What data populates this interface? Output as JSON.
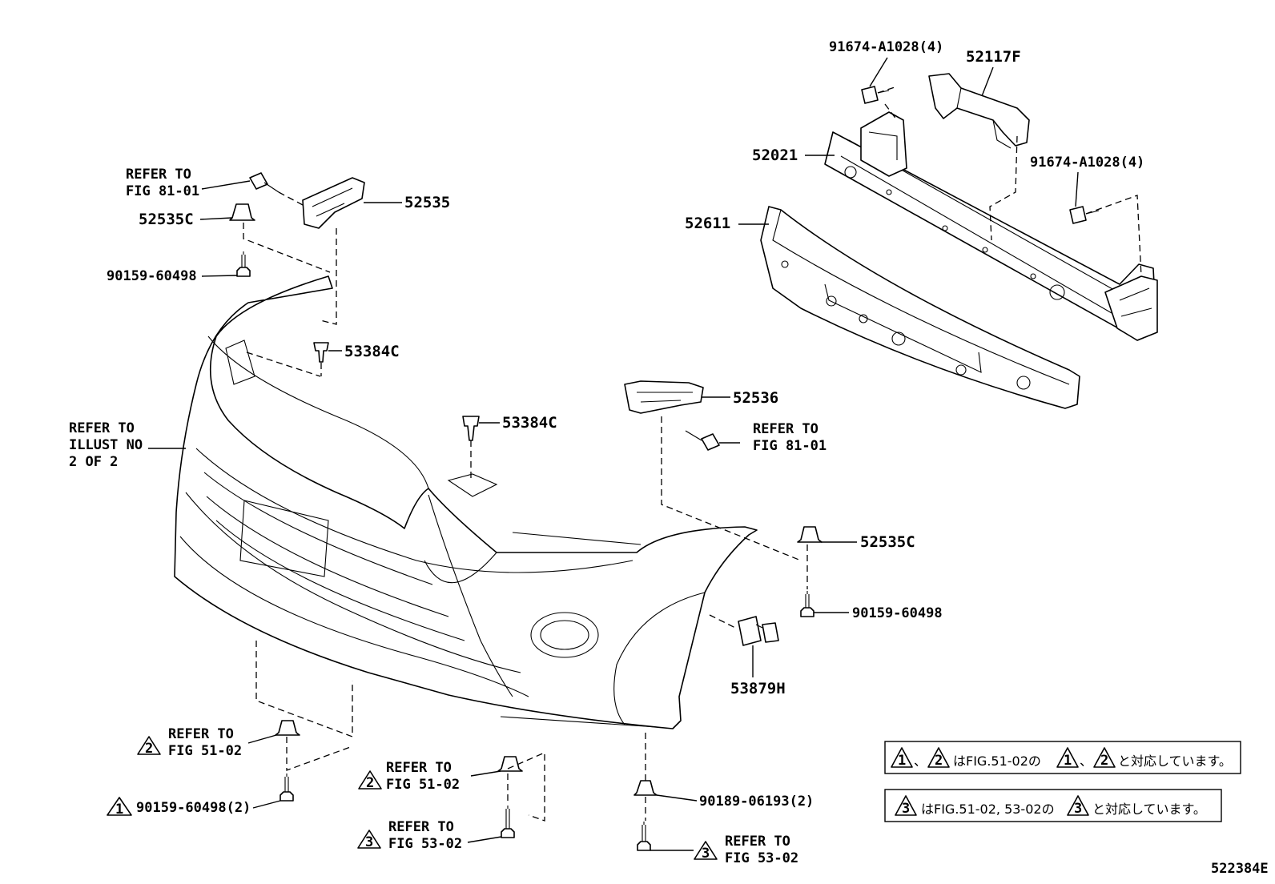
{
  "diagram_id": "522384E",
  "parts": {
    "p91674_top": "91674-A1028(4)",
    "p52117F": "52117F",
    "p52021": "52021",
    "p91674_right": "91674-A1028(4)",
    "p52611": "52611",
    "p52535": "52535",
    "p52535C_left": "52535C",
    "p90159_left": "90159-60498",
    "p53384C_left": "53384C",
    "p53384C_center": "53384C",
    "p52536": "52536",
    "p52535C_right": "52535C",
    "p90159_right": "90159-60498",
    "p53879H": "53879H",
    "p90189": "90189-06193(2)",
    "p90159_2": "90159-60498(2)"
  },
  "refs": {
    "fig8101_left_1": "REFER TO",
    "fig8101_left_2": "FIG 81-01",
    "fig8101_right_1": "REFER TO",
    "fig8101_right_2": "FIG 81-01",
    "illust_1": "REFER TO",
    "illust_2": "ILLUST NO",
    "illust_3": "2 OF 2",
    "fig5102_a_1": "REFER TO",
    "fig5102_a_2": "FIG 51-02",
    "fig5102_b_1": "REFER TO",
    "fig5102_b_2": "FIG 51-02",
    "fig5302_a_1": "REFER TO",
    "fig5302_a_2": "FIG 53-02",
    "fig5302_b_1": "REFER TO",
    "fig5302_b_2": "FIG 53-02"
  },
  "markers": {
    "m1": "1",
    "m2": "2",
    "m3": "3"
  },
  "notes": {
    "note1_sep1": "、",
    "note1_text1": "はFIG.51-02の",
    "note1_sep2": "、",
    "note1_text2": "と対応しています。",
    "note2_text1": "はFIG.51-02, 53-02の",
    "note2_text2": "と対応しています。"
  }
}
